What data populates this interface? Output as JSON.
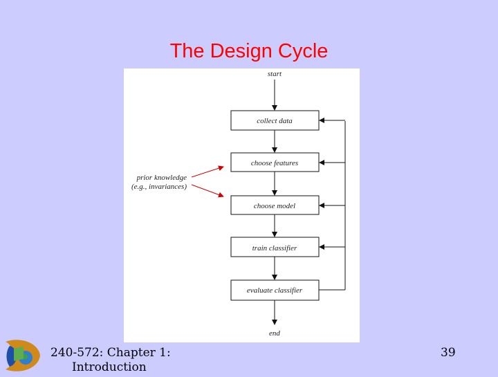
{
  "slide": {
    "title": "The Design Cycle",
    "footer_line1": "240-572: Chapter 1:",
    "footer_line2": "Introduction",
    "page_number": "39"
  },
  "diagram": {
    "start_label": "start",
    "end_label": "end",
    "steps": [
      "collect data",
      "choose features",
      "choose model",
      "train classifier",
      "evaluate classifier"
    ],
    "prior_knowledge_line1": "prior knowledge",
    "prior_knowledge_line2": "(e.g., invariances)"
  },
  "colors": {
    "background": "#ccccff",
    "title": "#ff0000",
    "arrow_red": "#cc0000"
  }
}
